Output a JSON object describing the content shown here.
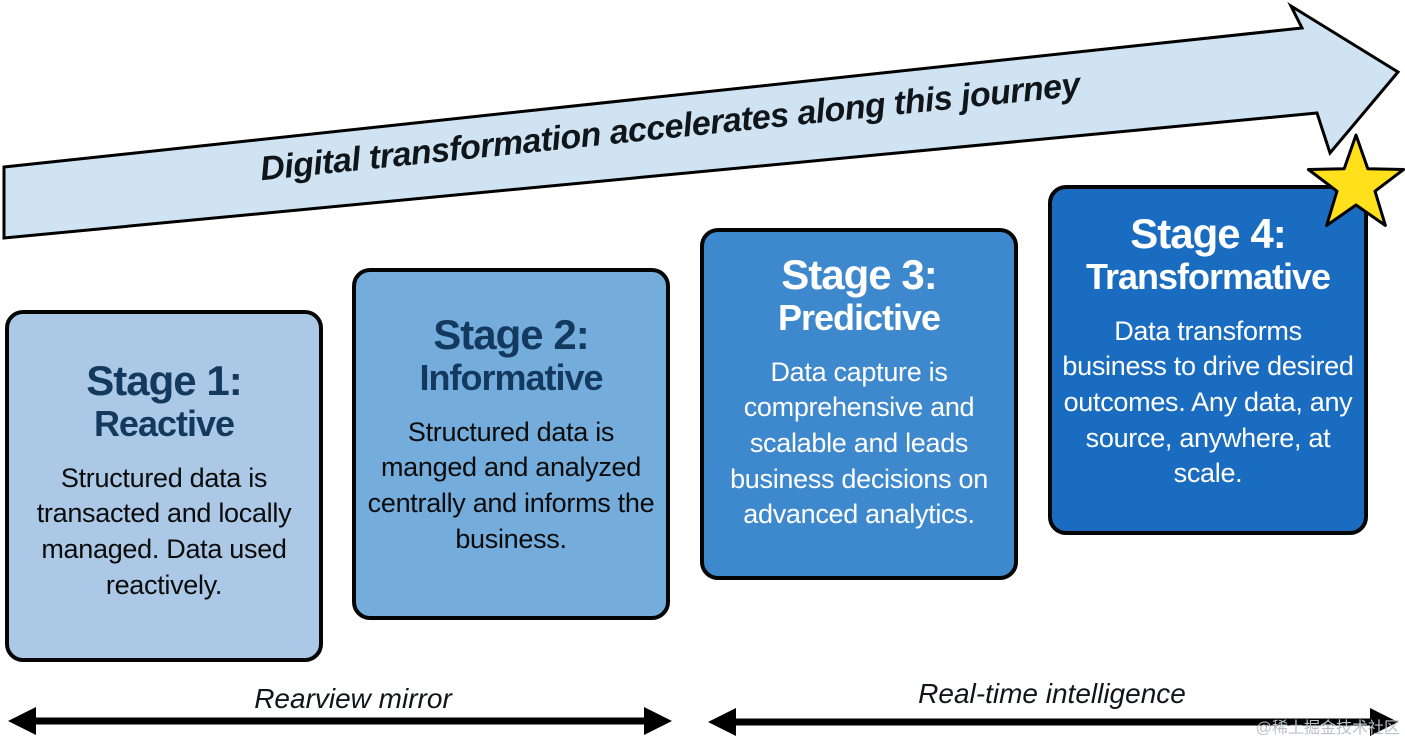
{
  "journey_arrow": {
    "label": "Digital transformation accelerates along this journey",
    "fill": "#cfe3f3",
    "stroke": "#000000"
  },
  "star": {
    "fill": "#ffe01a",
    "stroke": "#000000"
  },
  "stages": [
    {
      "title": "Stage 1:",
      "subtitle": "Reactive",
      "body": "Structured data is transacted and locally managed. Data used reactively.",
      "fill": "#abc9e7",
      "heading_color": "#13395f",
      "body_color": "#0b0b0b"
    },
    {
      "title": "Stage 2:",
      "subtitle": "Informative",
      "body": "Structured data is manged and analyzed centrally and informs the business.",
      "fill": "#74addc",
      "heading_color": "#13395f",
      "body_color": "#0b0b0b"
    },
    {
      "title": "Stage 3:",
      "subtitle": "Predictive",
      "body": "Data capture is comprehensive and scalable and leads business decisions on advanced analytics.",
      "fill": "#3e88ce",
      "heading_color": "#ffffff",
      "body_color": "#ffffff"
    },
    {
      "title": "Stage 4:",
      "subtitle": "Transformative",
      "body": "Data transforms business to drive desired outcomes. Any data, any source, anywhere, at scale.",
      "fill": "#1a6cc0",
      "heading_color": "#ffffff",
      "body_color": "#ffffff"
    }
  ],
  "axes": [
    {
      "label": "Rearview mirror"
    },
    {
      "label": "Real-time intelligence"
    }
  ],
  "watermark": "@稀土掘金技术社区"
}
